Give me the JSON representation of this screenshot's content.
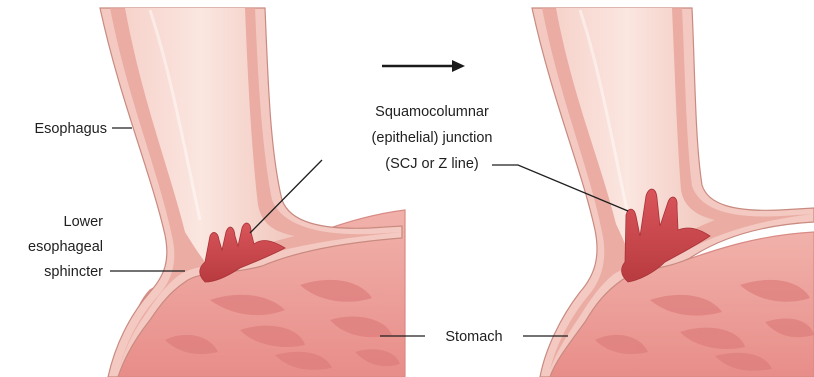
{
  "labels": {
    "esophagus": "Esophagus",
    "les_line1": "Lower",
    "les_line2": "esophageal",
    "les_line3": "sphincter",
    "scj_line1": "Squamocolumnar",
    "scj_line2": "(epithelial) junction",
    "scj_line3": "(SCJ or Z line)",
    "stomach": "Stomach"
  },
  "panels": [
    "normal",
    "displaced-junction"
  ],
  "colors": {
    "tube_outer": "#f3c9c1",
    "tube_wall": "#e8a79d",
    "lumen_light": "#fbe4de",
    "lumen_dark": "#efc2b8",
    "junction": "#cf4b4b",
    "junction_dark": "#b73a3c",
    "stomach_fill": "#ec9c97",
    "stomach_fold": "#df7f7d",
    "outline": "#c98a80",
    "arrow": "#1a1a1a"
  }
}
